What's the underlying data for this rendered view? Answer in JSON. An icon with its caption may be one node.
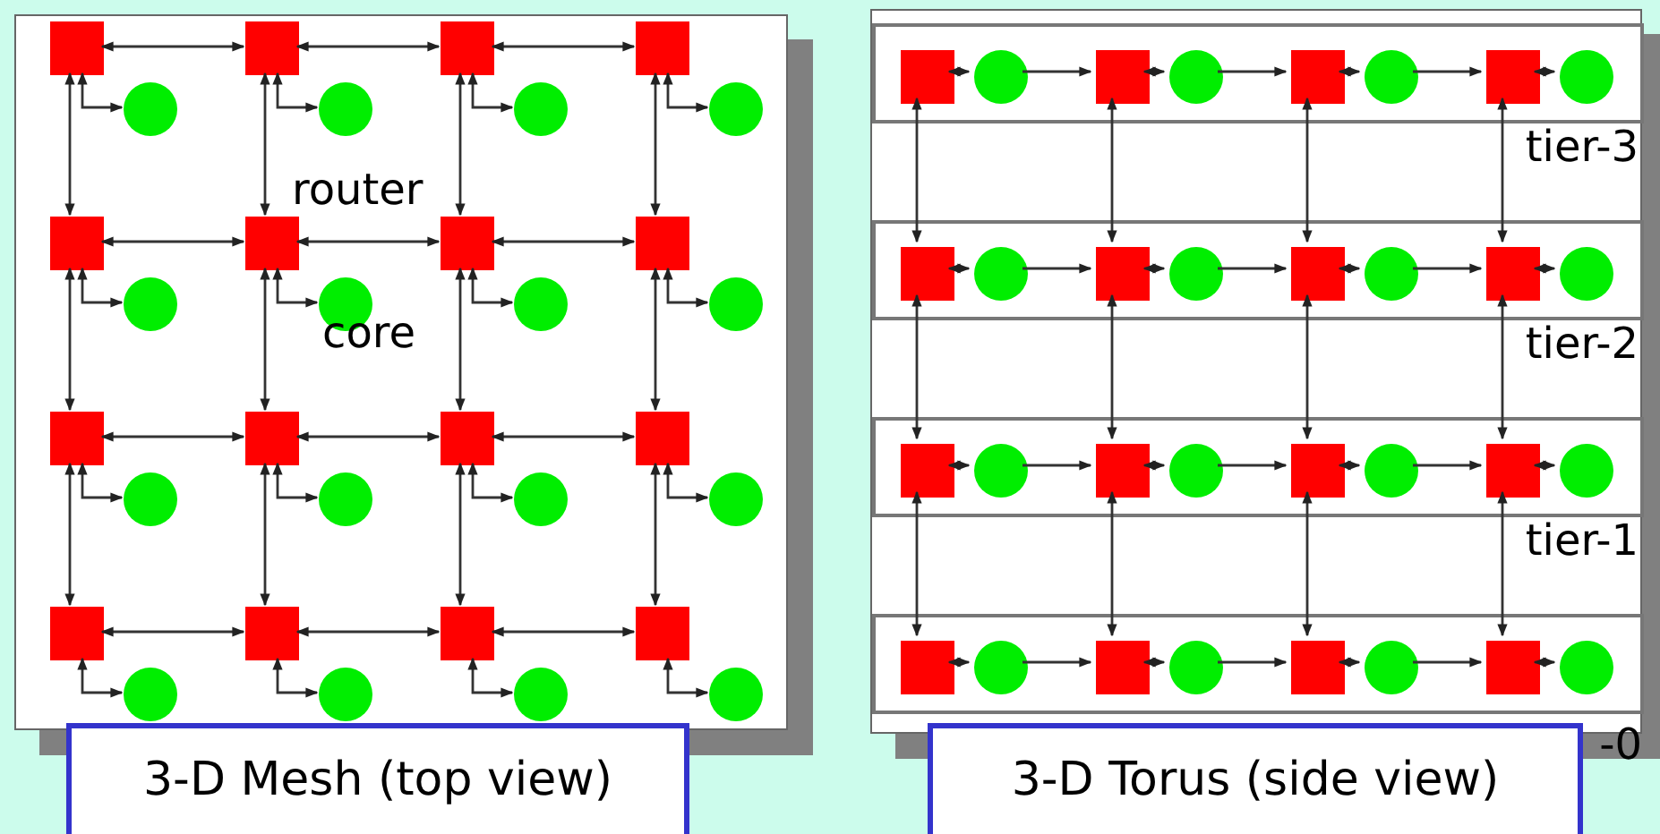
{
  "diagram": {
    "nodes": [
      {
        "text": [],
        "shape": "box"
      },
      {
        "text": [],
        "shape": "box",
        "in": 0
      },
      {
        "text": [],
        "shape": "circle",
        "in": 0
      },
      {
        "text": [],
        "shape": "box",
        "in": 0
      },
      {
        "text": [],
        "shape": "circle",
        "in": 0
      },
      {
        "text": [],
        "shape": "box",
        "in": 0
      },
      {
        "text": [],
        "shape": "circle",
        "in": 0
      },
      {
        "text": [],
        "shape": "box",
        "in": 0
      },
      {
        "text": [],
        "shape": "circle",
        "in": 0
      },
      {
        "text": [],
        "shape": "box",
        "in": 0
      },
      {
        "text": [],
        "shape": "circle",
        "in": 0
      },
      {
        "text": [],
        "shape": "box",
        "in": 0
      },
      {
        "text": [],
        "shape": "circle",
        "in": 0
      },
      {
        "text": [],
        "shape": "box",
        "in": 0
      },
      {
        "text": [],
        "shape": "circle",
        "in": 0
      },
      {
        "text": [],
        "shape": "box",
        "in": 0
      },
      {
        "text": [],
        "shape": "circle",
        "in": 0
      },
      {
        "text": [],
        "shape": "box",
        "in": 0
      },
      {
        "text": [],
        "shape": "circle",
        "in": 0
      },
      {
        "text": [],
        "shape": "box",
        "in": 0
      },
      {
        "text": [],
        "shape": "circle",
        "in": 0
      },
      {
        "text": [],
        "shape": "box",
        "in": 0
      },
      {
        "text": [],
        "shape": "circle",
        "in": 0
      },
      {
        "text": [],
        "shape": "box",
        "in": 0
      },
      {
        "text": [],
        "shape": "circle",
        "in": 0
      },
      {
        "text": [],
        "shape": "box",
        "in": 0
      },
      {
        "text": [],
        "shape": "circle",
        "in": 0
      },
      {
        "text": [],
        "shape": "box",
        "in": 0
      },
      {
        "text": [],
        "shape": "circle",
        "in": 0
      },
      {
        "text": [],
        "shape": "box",
        "in": 0
      },
      {
        "text": [],
        "shape": "circle",
        "in": 0
      },
      {
        "text": [],
        "shape": "box",
        "in": 0
      },
      {
        "text": [],
        "shape": "circle",
        "in": 0
      },
      {
        "text": [
          "3-D Mesh (top view)"
        ]
      },
      {
        "text": [],
        "shape": "box"
      },
      {
        "text": [],
        "shape": "box",
        "in": 34
      },
      {
        "text": [],
        "shape": "box",
        "in": 35
      },
      {
        "text": [],
        "shape": "circle",
        "in": 35
      },
      {
        "text": [],
        "shape": "box",
        "in": 35
      },
      {
        "text": [],
        "shape": "circle",
        "in": 35
      },
      {
        "text": [],
        "shape": "box",
        "in": 35
      },
      {
        "text": [],
        "shape": "circle",
        "in": 35
      },
      {
        "text": [],
        "shape": "box",
        "in": 35
      },
      {
        "text": [],
        "shape": "circle",
        "in": 35
      },
      {
        "text": [],
        "shape": "box",
        "in": 34
      },
      {
        "text": [],
        "shape": "box",
        "in": 44
      },
      {
        "text": [],
        "shape": "circle",
        "in": 44
      },
      {
        "text": [],
        "shape": "box",
        "in": 44
      },
      {
        "text": [],
        "shape": "circle",
        "in": 44
      },
      {
        "text": [],
        "shape": "box",
        "in": 44
      },
      {
        "text": [],
        "shape": "circle",
        "in": 44
      },
      {
        "text": [],
        "shape": "box",
        "in": 44
      },
      {
        "text": [],
        "shape": "circle",
        "in": 44
      },
      {
        "text": [],
        "shape": "box",
        "in": 34
      },
      {
        "text": [],
        "shape": "box",
        "in": 53
      },
      {
        "text": [],
        "shape": "circle",
        "in": 53
      },
      {
        "text": [],
        "shape": "box",
        "in": 53
      },
      {
        "text": [],
        "shape": "circle",
        "in": 53
      },
      {
        "text": [],
        "shape": "box",
        "in": 53
      },
      {
        "text": [],
        "shape": "circle",
        "in": 53
      },
      {
        "text": [],
        "shape": "box",
        "in": 53
      },
      {
        "text": [],
        "shape": "circle",
        "in": 53
      },
      {
        "text": [],
        "shape": "box",
        "in": 34
      },
      {
        "text": [],
        "shape": "box",
        "in": 62
      },
      {
        "text": [],
        "shape": "circle",
        "in": 62
      },
      {
        "text": [],
        "shape": "box",
        "in": 62
      },
      {
        "text": [],
        "shape": "circle",
        "in": 62
      },
      {
        "text": [],
        "shape": "box",
        "in": 62
      },
      {
        "text": [],
        "shape": "circle",
        "in": 62
      },
      {
        "text": [],
        "shape": "box",
        "in": 62
      },
      {
        "text": [],
        "shape": "circle",
        "in": 62
      },
      {
        "text": [
          "3-D Torus (side view)"
        ]
      }
    ],
    "edges": [
      {
        "from": 1,
        "to": 3,
        "arrow": "both"
      },
      {
        "from": 3,
        "to": 5,
        "arrow": "both"
      },
      {
        "from": 5,
        "to": 7,
        "arrow": "both"
      },
      {
        "from": 9,
        "to": 11,
        "arrow": "both"
      },
      {
        "from": 11,
        "to": 13,
        "arrow": "both"
      },
      {
        "from": 13,
        "to": 15,
        "arrow": "both"
      },
      {
        "from": 17,
        "to": 19,
        "arrow": "both"
      },
      {
        "from": 19,
        "to": 21,
        "arrow": "both"
      },
      {
        "from": 21,
        "to": 23,
        "arrow": "both"
      },
      {
        "from": 25,
        "to": 27,
        "arrow": "both"
      },
      {
        "from": 27,
        "to": 29,
        "arrow": "both"
      },
      {
        "from": 29,
        "to": 31,
        "arrow": "both"
      },
      {
        "from": 1,
        "to": 9,
        "arrow": "both"
      },
      {
        "from": 3,
        "to": 11,
        "arrow": "both"
      },
      {
        "from": 5,
        "to": 13,
        "arrow": "both"
      },
      {
        "from": 7,
        "to": 15,
        "arrow": "both"
      },
      {
        "from": 9,
        "to": 17,
        "arrow": "both"
      },
      {
        "from": 11,
        "to": 19,
        "arrow": "both"
      },
      {
        "from": 13,
        "to": 21,
        "arrow": "both"
      },
      {
        "from": 15,
        "to": 23,
        "arrow": "both"
      },
      {
        "from": 17,
        "to": 25,
        "arrow": "both"
      },
      {
        "from": 19,
        "to": 27,
        "arrow": "both"
      },
      {
        "from": 21,
        "to": 29,
        "arrow": "both"
      },
      {
        "from": 23,
        "to": 31,
        "arrow": "both"
      },
      {
        "from": 1,
        "to": 2,
        "arrow": "both"
      },
      {
        "from": 3,
        "to": 4,
        "arrow": "both"
      },
      {
        "from": 5,
        "to": 6,
        "arrow": "both"
      },
      {
        "from": 7,
        "to": 8,
        "arrow": "both"
      },
      {
        "from": 9,
        "to": 10,
        "arrow": "both"
      },
      {
        "from": 11,
        "to": 12,
        "arrow": "both"
      },
      {
        "from": 13,
        "to": 14,
        "arrow": "both"
      },
      {
        "from": 15,
        "to": 16,
        "arrow": "both"
      },
      {
        "from": 17,
        "to": 18,
        "arrow": "both"
      },
      {
        "from": 19,
        "to": 20,
        "arrow": "both"
      },
      {
        "from": 21,
        "to": 22,
        "arrow": "both"
      },
      {
        "from": 23,
        "to": 24,
        "arrow": "both"
      },
      {
        "from": 25,
        "to": 26,
        "arrow": "both"
      },
      {
        "from": 27,
        "to": 28,
        "arrow": "both"
      },
      {
        "from": 29,
        "to": 30,
        "arrow": "both"
      },
      {
        "from": 31,
        "to": 32,
        "arrow": "both"
      },
      {
        "from": 36,
        "to": 37,
        "arrow": "both"
      },
      {
        "from": 37,
        "to": 38,
        "arrow": "to"
      },
      {
        "from": 38,
        "to": 39,
        "arrow": "both"
      },
      {
        "from": 39,
        "to": 40,
        "arrow": "to"
      },
      {
        "from": 40,
        "to": 41,
        "arrow": "both"
      },
      {
        "from": 41,
        "to": 42,
        "arrow": "to"
      },
      {
        "from": 42,
        "to": 43,
        "arrow": "both"
      },
      {
        "from": 45,
        "to": 46,
        "arrow": "both"
      },
      {
        "from": 46,
        "to": 47,
        "arrow": "to"
      },
      {
        "from": 47,
        "to": 48,
        "arrow": "both"
      },
      {
        "from": 48,
        "to": 49,
        "arrow": "to"
      },
      {
        "from": 49,
        "to": 50,
        "arrow": "both"
      },
      {
        "from": 50,
        "to": 51,
        "arrow": "to"
      },
      {
        "from": 51,
        "to": 52,
        "arrow": "both"
      },
      {
        "from": 54,
        "to": 55,
        "arrow": "both"
      },
      {
        "from": 55,
        "to": 56,
        "arrow": "to"
      },
      {
        "from": 56,
        "to": 57,
        "arrow": "both"
      },
      {
        "from": 57,
        "to": 58,
        "arrow": "to"
      },
      {
        "from": 58,
        "to": 59,
        "arrow": "both"
      },
      {
        "from": 59,
        "to": 60,
        "arrow": "to"
      },
      {
        "from": 60,
        "to": 61,
        "arrow": "both"
      },
      {
        "from": 63,
        "to": 64,
        "arrow": "both"
      },
      {
        "from": 64,
        "to": 65,
        "arrow": "to"
      },
      {
        "from": 65,
        "to": 66,
        "arrow": "both"
      },
      {
        "from": 66,
        "to": 67,
        "arrow": "to"
      },
      {
        "from": 67,
        "to": 68,
        "arrow": "both"
      },
      {
        "from": 68,
        "to": 69,
        "arrow": "to"
      },
      {
        "from": 69,
        "to": 70,
        "arrow": "both"
      },
      {
        "from": 36,
        "to": 45,
        "arrow": "both"
      },
      {
        "from": 38,
        "to": 47,
        "arrow": "both"
      },
      {
        "from": 40,
        "to": 49,
        "arrow": "both"
      },
      {
        "from": 42,
        "to": 51,
        "arrow": "both"
      },
      {
        "from": 45,
        "to": 54,
        "arrow": "both"
      },
      {
        "from": 47,
        "to": 56,
        "arrow": "both"
      },
      {
        "from": 49,
        "to": 58,
        "arrow": "both"
      },
      {
        "from": 51,
        "to": 60,
        "arrow": "both"
      },
      {
        "from": 54,
        "to": 63,
        "arrow": "both"
      },
      {
        "from": 56,
        "to": 65,
        "arrow": "both"
      },
      {
        "from": 58,
        "to": 67,
        "arrow": "both"
      },
      {
        "from": 60,
        "to": 69,
        "arrow": "both"
      }
    ],
    "labels": [
      "router",
      "core",
      "tier-3",
      "tier-2",
      "tier-1",
      "-0"
    ]
  }
}
